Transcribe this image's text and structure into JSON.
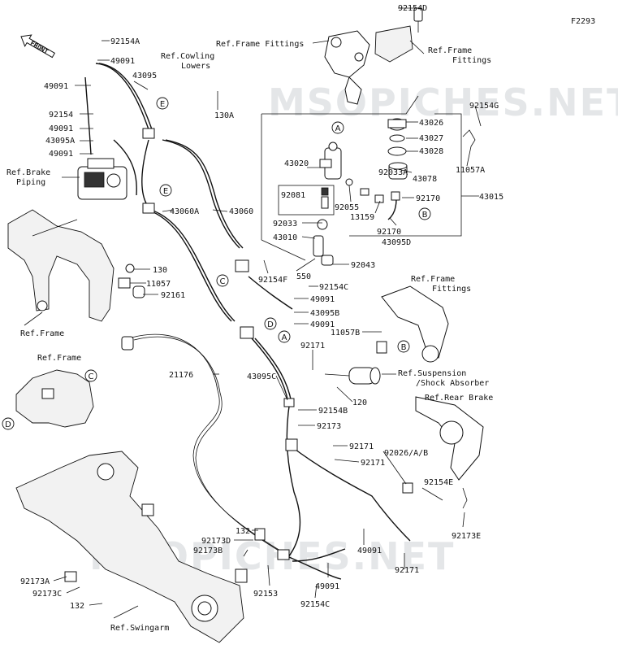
{
  "figure_code": "F2293",
  "watermark": "MSOPICHES.NET",
  "front_label": "FRONT",
  "callouts": [
    "A",
    "B",
    "C",
    "D",
    "E"
  ],
  "labels": {
    "p92154D": "92154D",
    "ref_frame_fittings_top": "Ref.Frame Fittings",
    "ref_frame_fittings_right_1": "Ref.Frame",
    "ref_frame_fittings_right_2": "Fittings",
    "p92154A": "92154A",
    "ref_cowling_1": "Ref.Cowling",
    "ref_cowling_2": "Lowers",
    "p49091_a": "49091",
    "p49091_b": "49091",
    "p43095": "43095",
    "p92154G": "92154G",
    "p43026": "43026",
    "p43027": "43027",
    "p43028": "43028",
    "p92154": "92154",
    "p130A": "130A",
    "p49091_c": "49091",
    "p43095A": "43095A",
    "p49091_d": "49091",
    "ref_brake_1": "Ref.Brake",
    "ref_brake_2": "Piping",
    "p43020": "43020",
    "p92033A": "92033A",
    "p43078": "43078",
    "p11057A": "11057A",
    "p92081": "92081",
    "p92055": "92055",
    "p92170_a": "92170",
    "p13159": "13159",
    "p43015": "43015",
    "p43060A": "43060A",
    "p43060": "43060",
    "p92033": "92033",
    "p92170_b": "92170",
    "p43095D": "43095D",
    "p43010": "43010",
    "p92043": "92043",
    "p130": "130",
    "p550": "550",
    "p11057": "11057",
    "p92154F": "92154F",
    "p92154C_a": "92154C",
    "p92161": "92161",
    "p49091_e": "49091",
    "ref_frame_fit_mid_1": "Ref.Frame",
    "ref_frame_fit_mid_2": "Fittings",
    "ref_frame_left": "Ref.Frame",
    "p43095B": "43095B",
    "p49091_f": "49091",
    "p11057B": "11057B",
    "ref_frame_inset": "Ref.Frame",
    "p92171_a": "92171",
    "p21176": "21176",
    "p43095C": "43095C",
    "ref_susp_1": "Ref.Suspension",
    "ref_susp_2": "/Shock Absorber",
    "p120": "120",
    "ref_rear_brake": "Ref.Rear Brake",
    "p92154B": "92154B",
    "p92173": "92173",
    "p92171_b": "92171",
    "p92171_c": "92171",
    "p92026": "92026/A/B",
    "p92154E": "92154E",
    "p132_a": "132",
    "p92173D": "92173D",
    "p92173B": "92173B",
    "p49091_g": "49091",
    "p92173E": "92173E",
    "p92171_d": "92171",
    "p92173A": "92173A",
    "p92153": "92153",
    "p49091_h": "49091",
    "p92173C": "92173C",
    "p132_b": "132",
    "p92154C_b": "92154C",
    "ref_swingarm": "Ref.Swingarm"
  }
}
